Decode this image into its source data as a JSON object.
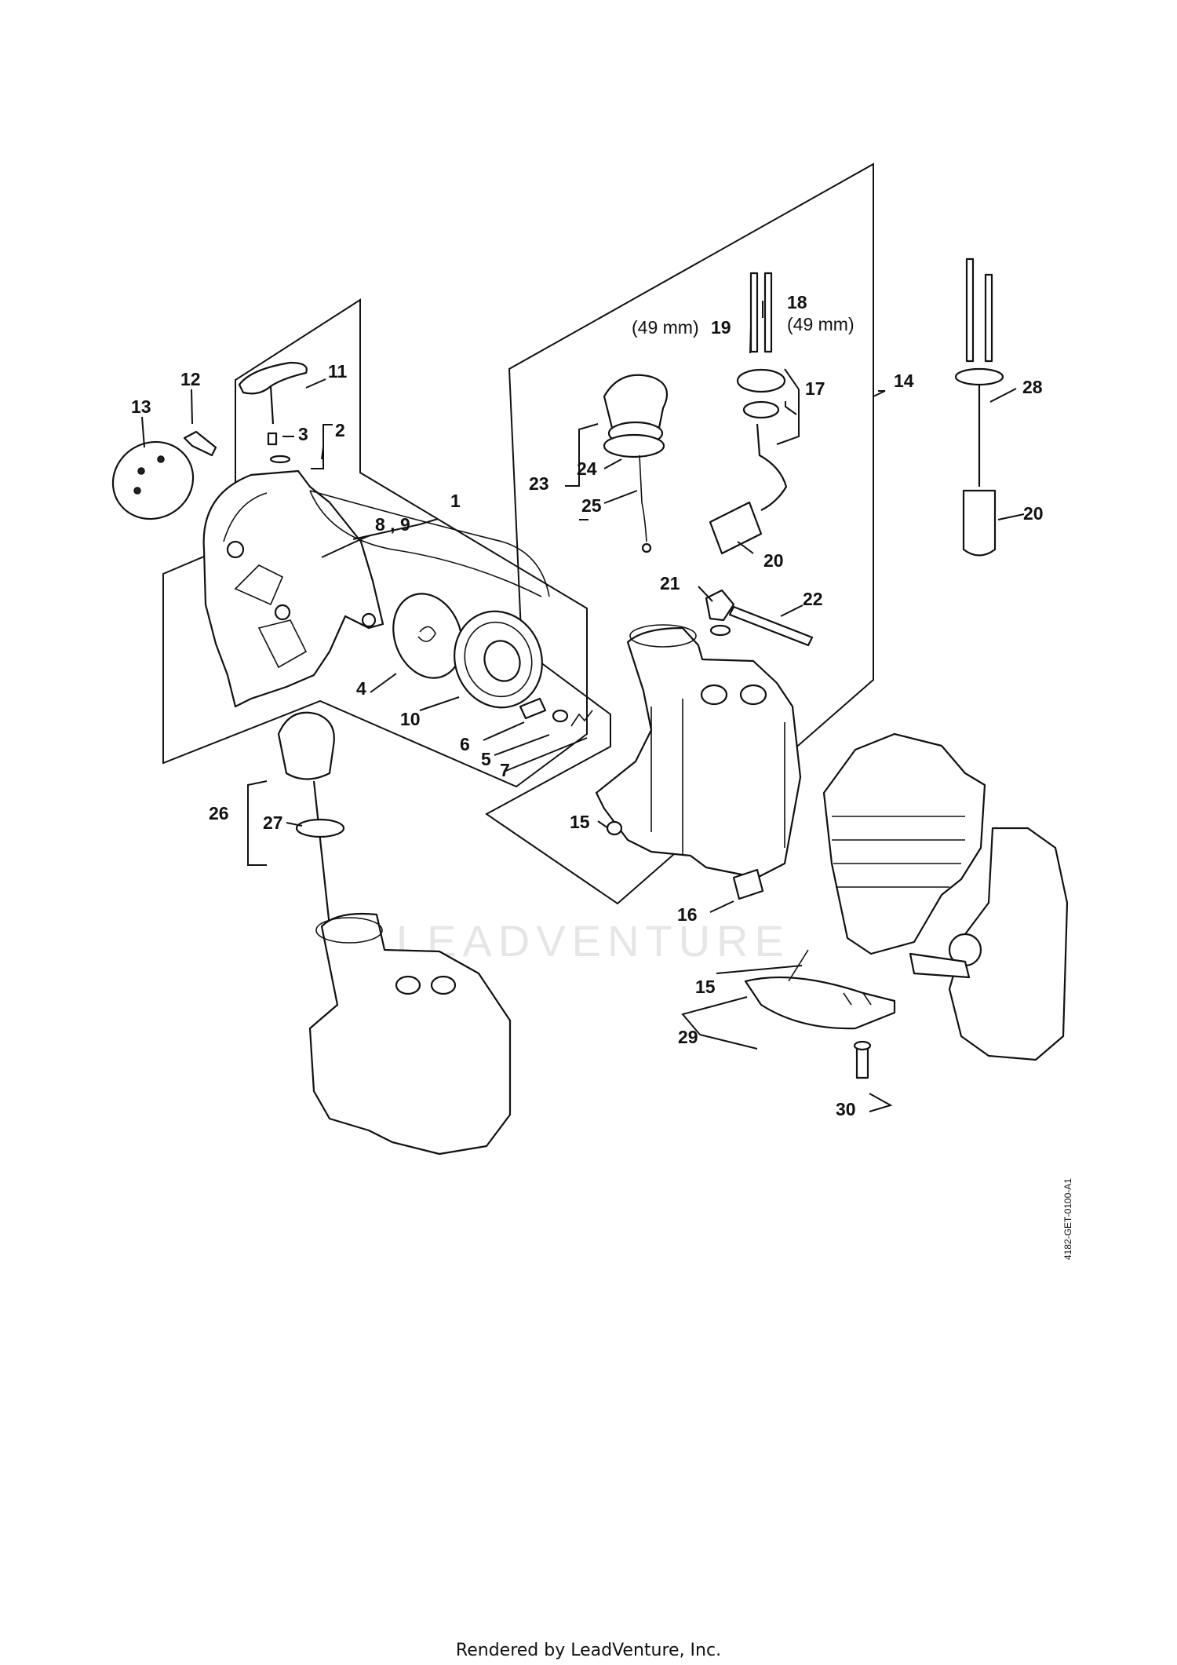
{
  "diagram": {
    "watermark": "LEADVENTURE",
    "drawing_code": "4182-GET-0100-A1",
    "labels": {
      "l1": "1",
      "l2": "2",
      "l3": "3",
      "l4": "4",
      "l5": "5",
      "l6": "6",
      "l7": "7",
      "l89": "8 , 9",
      "l10": "10",
      "l11": "11",
      "l12": "12",
      "l13": "13",
      "l14": "14",
      "l15a": "15",
      "l15b": "15",
      "l16": "16",
      "l17": "17",
      "l18": "18",
      "l19": "19",
      "l20a": "20",
      "l20b": "20",
      "l21": "21",
      "l22": "22",
      "l23": "23",
      "l24": "24",
      "l25": "25",
      "l26": "26",
      "l27": "27",
      "l28": "28",
      "l29": "29",
      "l30": "30",
      "mm19": "(49 mm)",
      "mm18": "(49 mm)"
    }
  },
  "footer": {
    "text": "Rendered by LeadVenture, Inc."
  }
}
